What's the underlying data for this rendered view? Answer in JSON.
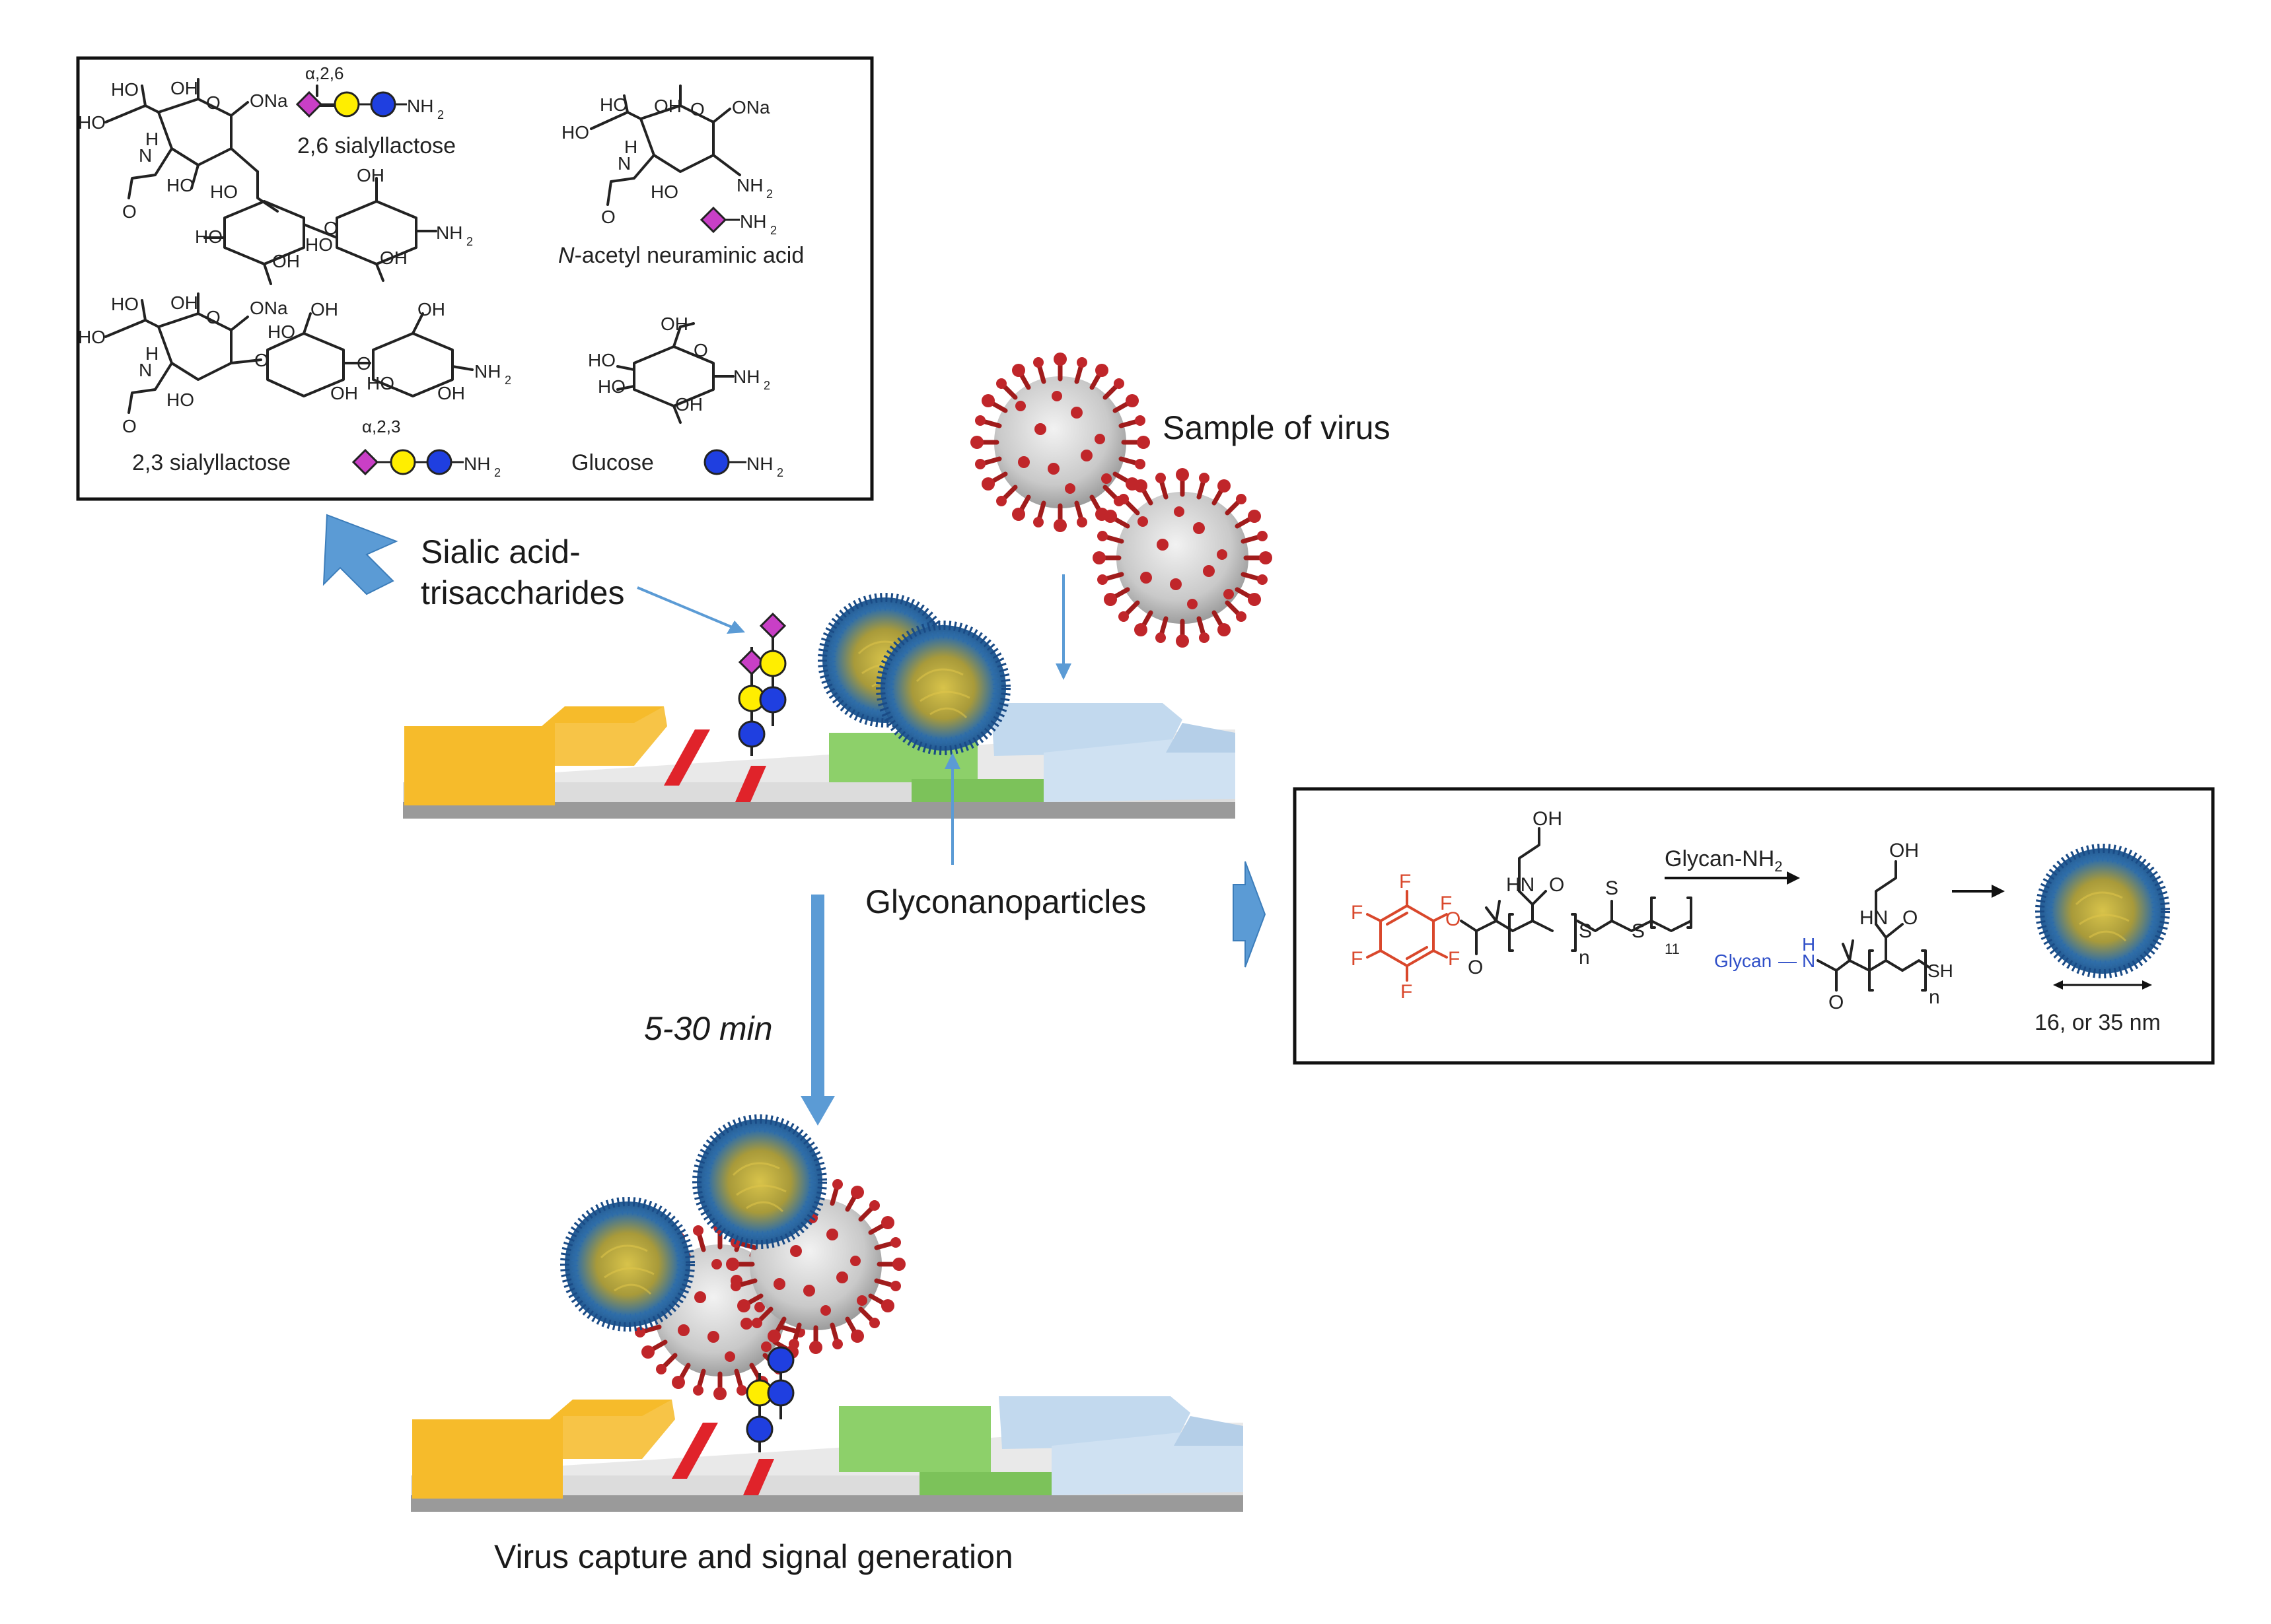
{
  "colors": {
    "arrow_blue": "#5b9bd5",
    "arrow_blue_dark": "#2e75b6",
    "pad_yellow": "#f6bb2b",
    "pad_green": "#8dd06a",
    "pad_lightblue": "#c2d9ee",
    "line_red": "#e0232a",
    "strip_grey": "#dcdcdc",
    "sialic_magenta": "#c93fc6",
    "galactose_yellow": "#ffee00",
    "glucose_blue": "#1f3fe0",
    "text_red": "#d9472b",
    "text_blue": "#2f4fc8"
  },
  "icons": {
    "virus": "coronavirus-particle-icon",
    "nanoparticle": "glyconanoparticle-icon",
    "sialic": "magenta-diamond-icon",
    "galactose": "yellow-circle-icon",
    "glucose": "blue-circle-icon"
  },
  "glycan_box": {
    "s26_anomer": "α,2,6",
    "s26_name": "2,6 sialyllactose",
    "neu5ac_name_italic": "N",
    "neu5ac_name_rest": "-acetyl neuraminic acid",
    "s23_anomer": "α,2,3",
    "s23_name": "2,3 sialyllactose",
    "glucose_name": "Glucose",
    "nh2": "NH",
    "nh2_sub": "2",
    "atoms": {
      "HO": "HO",
      "OH": "OH",
      "O": "O",
      "ONa": "ONa",
      "H": "H",
      "N": "N",
      "NH": "NH",
      "NH2": "NH",
      "sub2": "2"
    }
  },
  "labels": {
    "sialic_line1": "Sialic acid-",
    "sialic_line2": "trisaccharides",
    "sample_of_virus": "Sample of virus",
    "glyconanoparticles": "Glyconanoparticles",
    "time": "5-30 min",
    "bottom_caption": "Virus capture and signal generation"
  },
  "synthesis_box": {
    "reagent": "Glycan-NH",
    "reagent_sub": "2",
    "size": "16, or 35 nm",
    "glycan_label": "Glycan",
    "atoms": {
      "F": "F",
      "O": "O",
      "OH": "OH",
      "HN": "HN",
      "S": "S",
      "n": "n",
      "eleven": "11",
      "SH": "SH",
      "H": "H",
      "N": "N",
      "dash": "—"
    }
  }
}
